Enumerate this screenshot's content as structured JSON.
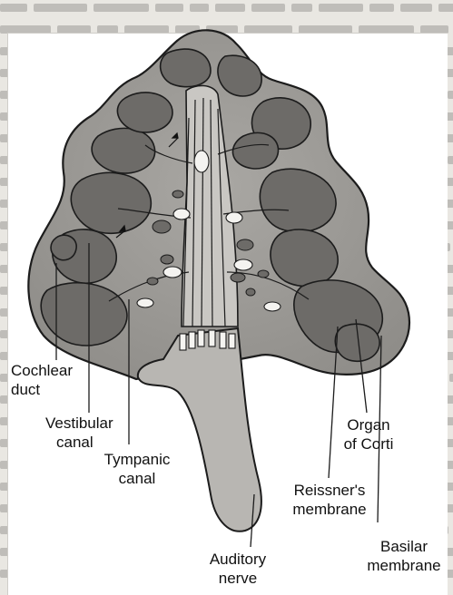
{
  "labels": {
    "cochlear_duct": {
      "line1": "Cochlear",
      "line2": "duct"
    },
    "vestibular_canal": {
      "line1": "Vestibular",
      "line2": "canal"
    },
    "tympanic_canal": {
      "line1": "Tympanic",
      "line2": "canal"
    },
    "organ_of_corti": {
      "line1": "Organ",
      "line2": "of Corti"
    },
    "reissners_membrane": {
      "line1": "Reissner's",
      "line2": "membrane"
    },
    "auditory_nerve": {
      "line1": "Auditory",
      "line2": "nerve"
    },
    "basilar_membrane": {
      "line1": "Basilar",
      "line2": "membrane"
    }
  },
  "colors": {
    "page_background": "#e9e7e2",
    "figure_panel": "#ffffff",
    "bone_tissue": "#a9a7a3",
    "fluid_chamber": "#6d6b68",
    "outline": "#1c1c1c"
  }
}
